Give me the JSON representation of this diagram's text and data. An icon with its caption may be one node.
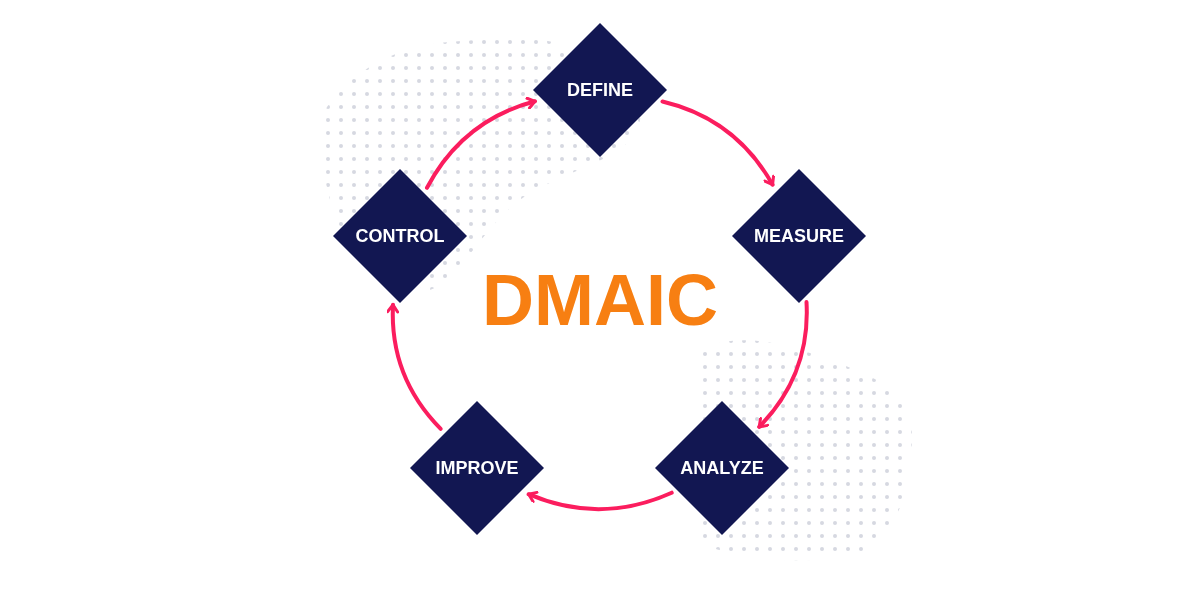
{
  "diagram": {
    "title": "DMAIC",
    "nodes": [
      {
        "text": [
          "DEFINE"
        ]
      },
      {
        "text": [
          "MEASURE"
        ]
      },
      {
        "text": [
          "ANALYZE"
        ]
      },
      {
        "text": [
          "IMPROVE"
        ]
      },
      {
        "text": [
          "CONTROL"
        ]
      }
    ],
    "edges": [
      {
        "from": 0,
        "to": 1,
        "arrow": "to"
      },
      {
        "from": 1,
        "to": 2,
        "arrow": "to"
      },
      {
        "from": 2,
        "to": 3,
        "arrow": "to"
      },
      {
        "from": 3,
        "to": 4,
        "arrow": "to"
      },
      {
        "from": 4,
        "to": 0,
        "arrow": "to"
      }
    ]
  }
}
